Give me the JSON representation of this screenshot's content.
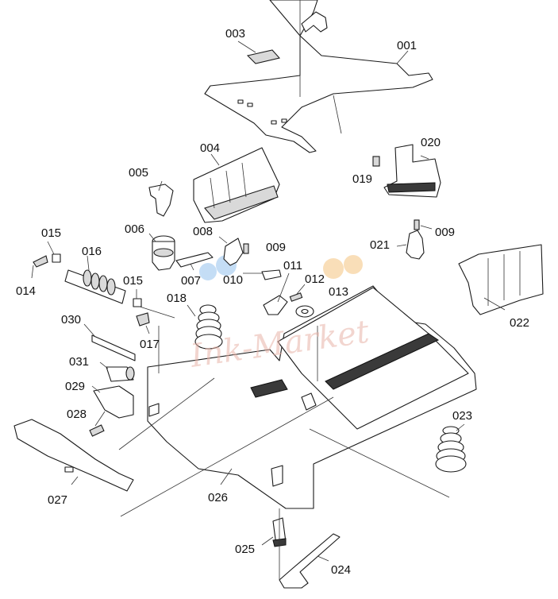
{
  "diagram": {
    "labels": {
      "p001": "001",
      "p003": "003",
      "p004": "004",
      "p005": "005",
      "p006": "006",
      "p007": "007",
      "p008": "008",
      "p009a": "009",
      "p009b": "009",
      "p010": "010",
      "p011": "011",
      "p012": "012",
      "p013": "013",
      "p014": "014",
      "p015a": "015",
      "p015b": "015",
      "p016": "016",
      "p017": "017",
      "p018": "018",
      "p019": "019",
      "p020": "020",
      "p021": "021",
      "p022": "022",
      "p023": "023",
      "p024": "024",
      "p025": "025",
      "p026": "026",
      "p027": "027",
      "p028": "028",
      "p029": "029",
      "p030": "030",
      "p031": "031"
    },
    "watermark": "Ink-Market",
    "colors": {
      "line": "#1a1a1a",
      "shade": "#d9d9d9",
      "watermark": "#e8b4a8",
      "logo_blue": "#9ec8f0",
      "logo_orange": "#f6c98a"
    }
  }
}
